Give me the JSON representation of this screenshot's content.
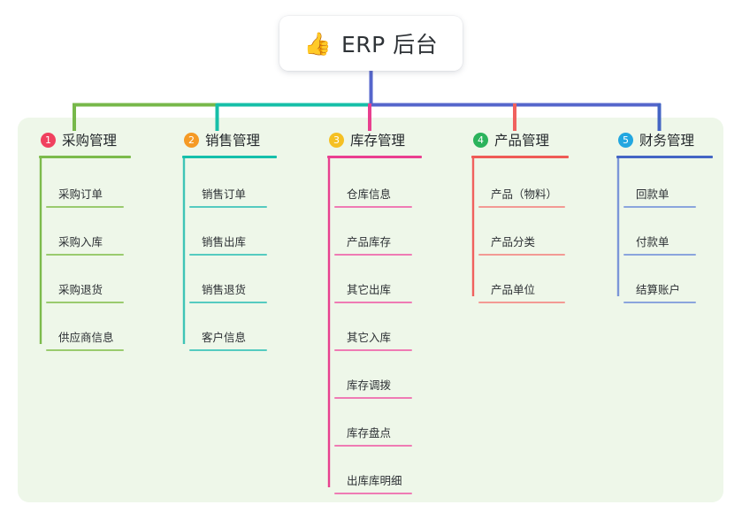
{
  "diagram": {
    "type": "org-chart",
    "root": {
      "icon": "thumbs-up-icon",
      "emoji": "👍",
      "title": "ERP 后台"
    },
    "colors": {
      "panel_bg": "#eef7e9",
      "page_bg": "#ffffff",
      "root_text": "#2f3337",
      "leaf_text": "#2c3034",
      "bus_left_green": "#77b84a",
      "bus_teal": "#16bfa8",
      "bus_blue": "#5566cc",
      "drop_pink": "#e8408f",
      "drop_red": "#f0615e"
    },
    "columns": [
      {
        "number": "1",
        "title": "采购管理",
        "badge_color": "#f0415f",
        "rule_color": "#7cbb4c",
        "leaf_rule_color": "#9acb6e",
        "spine_color": "#7cbb4c",
        "items": [
          "采购订单",
          "采购入库",
          "采购退货",
          "供应商信息"
        ]
      },
      {
        "number": "2",
        "title": "销售管理",
        "badge_color": "#f59a25",
        "rule_color": "#15c0ab",
        "leaf_rule_color": "#55cbc0",
        "spine_color": "#3fc4b6",
        "items": [
          "销售订单",
          "销售出库",
          "销售退货",
          "客户信息"
        ]
      },
      {
        "number": "3",
        "title": "库存管理",
        "badge_color": "#f5c023",
        "rule_color": "#ea3f90",
        "leaf_rule_color": "#ef7bb4",
        "spine_color": "#e8408f",
        "items": [
          "仓库信息",
          "产品库存",
          "其它出库",
          "其它入库",
          "库存调拨",
          "库存盘点",
          "出库库明细"
        ]
      },
      {
        "number": "4",
        "title": "产品管理",
        "badge_color": "#2bb35c",
        "rule_color": "#ef5b56",
        "leaf_rule_color": "#f39a94",
        "spine_color": "#f0615e",
        "items": [
          "产品（物料）",
          "产品分类",
          "产品单位"
        ]
      },
      {
        "number": "5",
        "title": "财务管理",
        "badge_color": "#22a7e0",
        "rule_color": "#4465c4",
        "leaf_rule_color": "#8ba5dd",
        "spine_color": "#7b96d8",
        "items": [
          "回款单",
          "付款单",
          "结算账户"
        ]
      }
    ]
  }
}
